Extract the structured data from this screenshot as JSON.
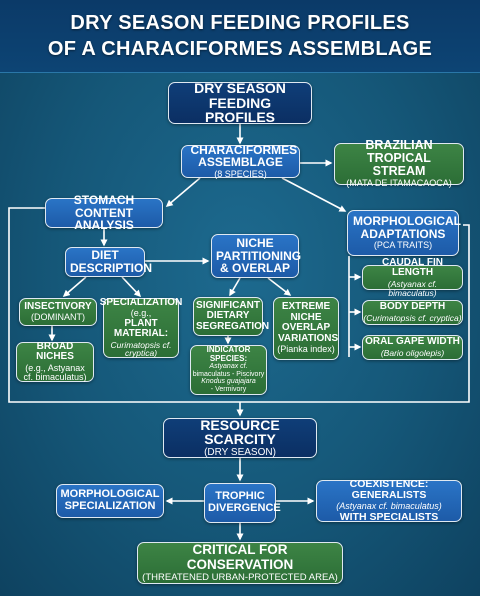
{
  "title": {
    "line1": "DRY SEASON FEEDING PROFILES",
    "line2": "OF A CHARACIFORMES ASSEMBLAGE"
  },
  "nodes": {
    "root": {
      "label": "DRY SEASON FEEDING PROFILES"
    },
    "assemblage": {
      "label": "CHARACIFORMES ASSEMBLAGE",
      "sub": "(8 SPECIES)"
    },
    "stream": {
      "label": "BRAZILIAN TROPICAL STREAM",
      "sub": "(MATA DE ITAMACAOCA)"
    },
    "stomach": {
      "label": "STOMACH CONTENT ANALYSIS"
    },
    "morph": {
      "label": "MORPHOLOGICAL ADAPTATIONS",
      "sub": "(PCA TRAITS)"
    },
    "diet": {
      "label": "DIET DESCRIPTION"
    },
    "niche": {
      "label": "NICHE PARTITIONING & OVERLAP"
    },
    "insect": {
      "label": "INSECTIVORY",
      "sub": "(DOMINANT)"
    },
    "special": {
      "label": "SPECIALIZATION",
      "sub": "(e.g.,",
      "label2": "PLANT MATERIAL:",
      "sub2": "Curimatopsis cf. cryptica)"
    },
    "sigdiet": {
      "label": "SIGNIFICANT DIETARY SEGREGATION"
    },
    "extreme": {
      "label": "EXTREME NICHE OVERLAP VARIATIONS",
      "sub": "(Pianka index)"
    },
    "broad": {
      "label": "BROAD NICHES",
      "sub": "(e.g., Astyanax cf. bimaculatus)"
    },
    "indicator": {
      "label": "INDICATOR SPECIES:",
      "line1": "Astyanax cf.",
      "line2": "bimaculatus - Piscivory",
      "line3": "Knodus guajajara",
      "line4": "- Vermivory"
    },
    "caudal": {
      "label": "CAUDAL FIN LENGTH",
      "sub": "(Astyanax cf. bimaculatus)"
    },
    "body": {
      "label": "BODY DEPTH",
      "sub": "(Curimatopsis cf. cryptica)"
    },
    "oral": {
      "label": "ORAL GAPE WIDTH",
      "sub": "(Bario oligolepis)"
    },
    "scarcity": {
      "label": "RESOURCE SCARCITY",
      "sub": "(DRY SEASON)"
    },
    "morphspec": {
      "label": "MORPHOLOGICAL SPECIALIZATION"
    },
    "trophic": {
      "label": "TROPHIC DIVERGENCE"
    },
    "coexist": {
      "label": "COEXISTENCE: GENERALISTS",
      "sub": "(Astyanax cf. bimaculatus)",
      "label2": "WITH SPECIALISTS"
    },
    "conserv": {
      "label": "CRITICAL FOR CONSERVATION",
      "sub": "(THREATENED URBAN-PROTECTED AREA)"
    }
  },
  "colors": {
    "blue_node": "#2a74c6",
    "navy_node": "#0f3e78",
    "green_node": "#3d8445",
    "connector": "#ffffff",
    "background": "#155778"
  }
}
